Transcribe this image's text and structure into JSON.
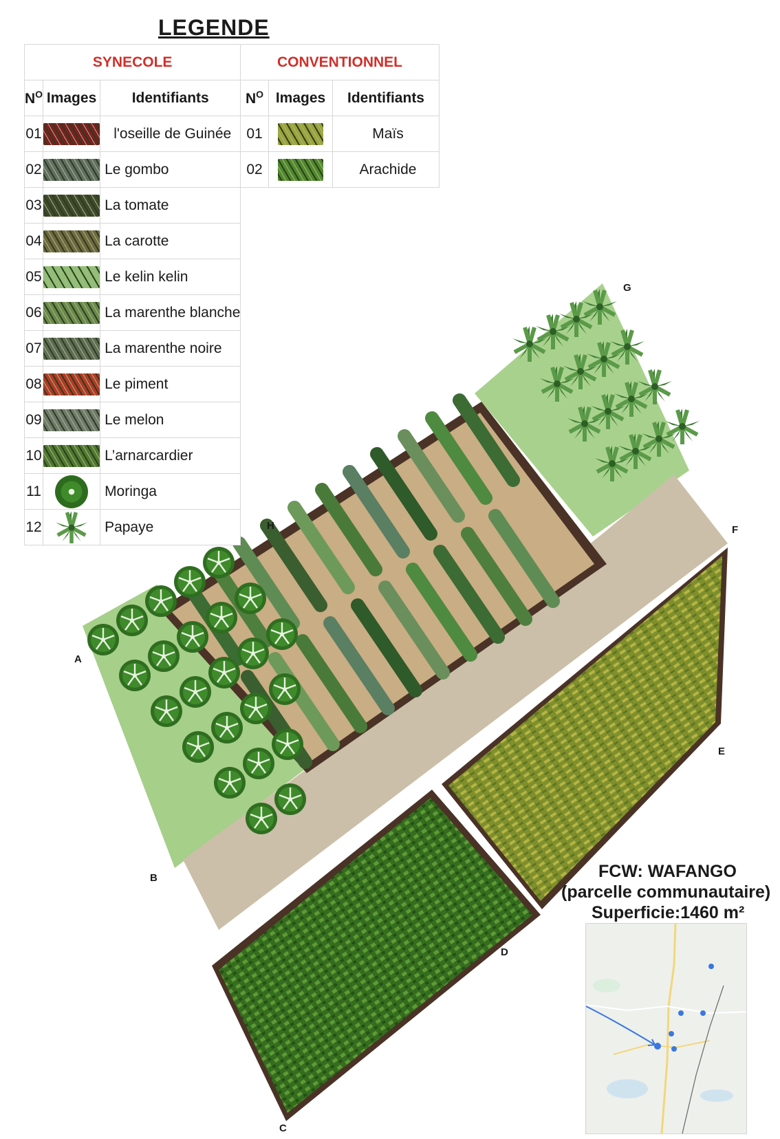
{
  "legend": {
    "title": "LEGENDE",
    "synecole": {
      "heading": "SYNECOLE",
      "col_no": "N",
      "col_no_sup": "O",
      "col_images": "Images",
      "col_ident": "Identifiants",
      "items": [
        {
          "no": "01",
          "label": "l'oseille de Guinée",
          "icon": "roselle-swatch",
          "color": "#7a1f1f"
        },
        {
          "no": "02",
          "label": "Le gombo",
          "icon": "okra-swatch",
          "color": "#5f6f62"
        },
        {
          "no": "03",
          "label": "La tomate",
          "icon": "tomato-swatch",
          "color": "#3f4a2a"
        },
        {
          "no": "04",
          "label": "La carotte",
          "icon": "carrot-swatch",
          "color": "#6f6a3e"
        },
        {
          "no": "05",
          "label": "Le kelin kelin",
          "icon": "kelin-swatch",
          "color": "#8fbf74"
        },
        {
          "no": "06",
          "label": "La marenthe blanche",
          "icon": "white-amaranth-swatch",
          "color": "#6a8a4a"
        },
        {
          "no": "07",
          "label": "La marenthe noire",
          "icon": "black-amaranth-swatch",
          "color": "#5e6e54"
        },
        {
          "no": "08",
          "label": "Le piment",
          "icon": "pepper-swatch",
          "color": "#b33a24"
        },
        {
          "no": "09",
          "label": "Le melon",
          "icon": "melon-swatch",
          "color": "#6f7a6a"
        },
        {
          "no": "10",
          "label": "L’arnarcardier",
          "icon": "cashew-swatch",
          "color": "#4f7a2e"
        },
        {
          "no": "11",
          "label": "Moringa",
          "icon": "moringa-icon",
          "color": "#3f8a2a"
        },
        {
          "no": "12",
          "label": "Papaye",
          "icon": "papaya-icon",
          "color": "#4f8f45"
        }
      ]
    },
    "conventionnel": {
      "heading": "CONVENTIONNEL",
      "col_no": "N",
      "col_no_sup": "O",
      "col_images": "Images",
      "col_ident": "Identifiants",
      "items": [
        {
          "no": "01",
          "label": "Maïs",
          "icon": "maize-swatch",
          "color": "#9aa43a"
        },
        {
          "no": "02",
          "label": "Arachide",
          "icon": "peanut-swatch",
          "color": "#4f8a2a"
        }
      ]
    }
  },
  "corners": {
    "A": "A",
    "B": "B",
    "C": "C",
    "D": "D",
    "E": "E",
    "F": "F",
    "G": "G",
    "H": "H"
  },
  "colors": {
    "lawn": "#a6cf8a",
    "path": "#cbbfa9",
    "soil": "#c9ad84",
    "border": "#4a3226",
    "maize": "#8e9a35",
    "peanut": "#3f7a25"
  },
  "info": {
    "line1": "FCW: WAFANGO",
    "line2": "(parcelle communautaire)",
    "line3": "Superficie:1460 m²"
  }
}
